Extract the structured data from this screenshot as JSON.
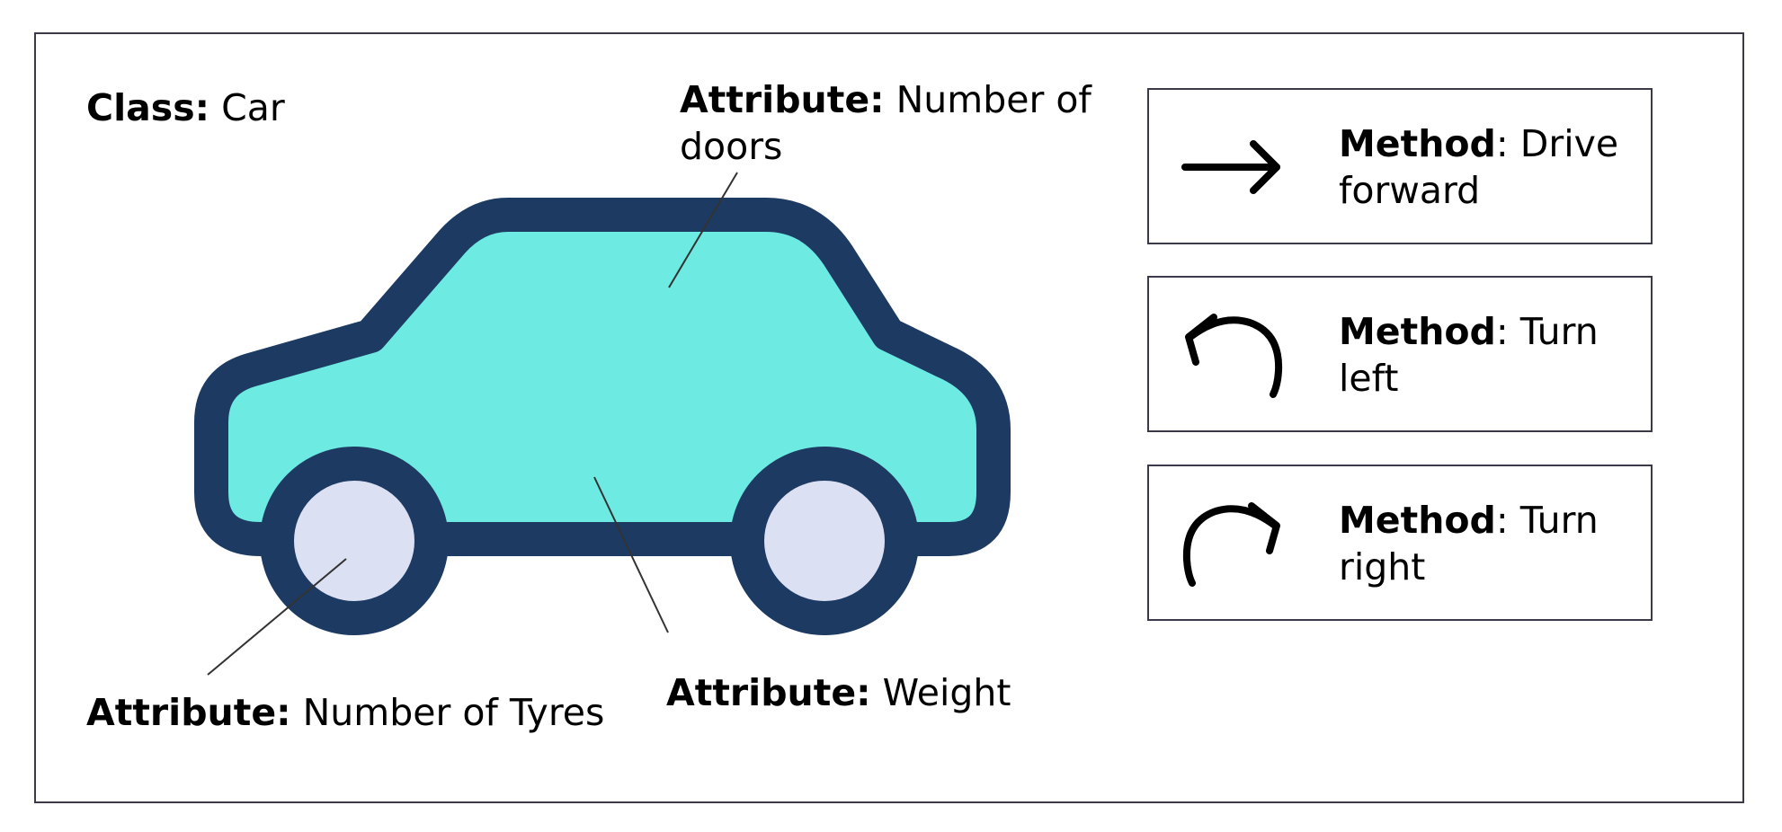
{
  "class_label": {
    "key": "Class",
    "separator": ":",
    "value": "Car"
  },
  "attributes": {
    "doors": {
      "key": "Attribute",
      "separator": ":",
      "value": "Number of doors"
    },
    "tyres": {
      "key": "Attribute",
      "separator": ":",
      "value": "Number of Tyres"
    },
    "weight": {
      "key": "Attribute",
      "separator": ":",
      "value": "Weight"
    }
  },
  "methods": [
    {
      "key": "Method",
      "separator": ":",
      "value": "Drive forward",
      "icon": "arrow-right-icon"
    },
    {
      "key": "Method",
      "separator": ":",
      "value": "Turn left",
      "icon": "turn-left-icon"
    },
    {
      "key": "Method",
      "separator": ":",
      "value": "Turn right",
      "icon": "turn-right-icon"
    }
  ],
  "colors": {
    "car_body": "#6deae2",
    "car_outline": "#1c3a62",
    "wheel_hub": "#dbe0f2",
    "frame_border": "#3a3a48",
    "leader_line": "#333333",
    "icon": "#000000"
  }
}
